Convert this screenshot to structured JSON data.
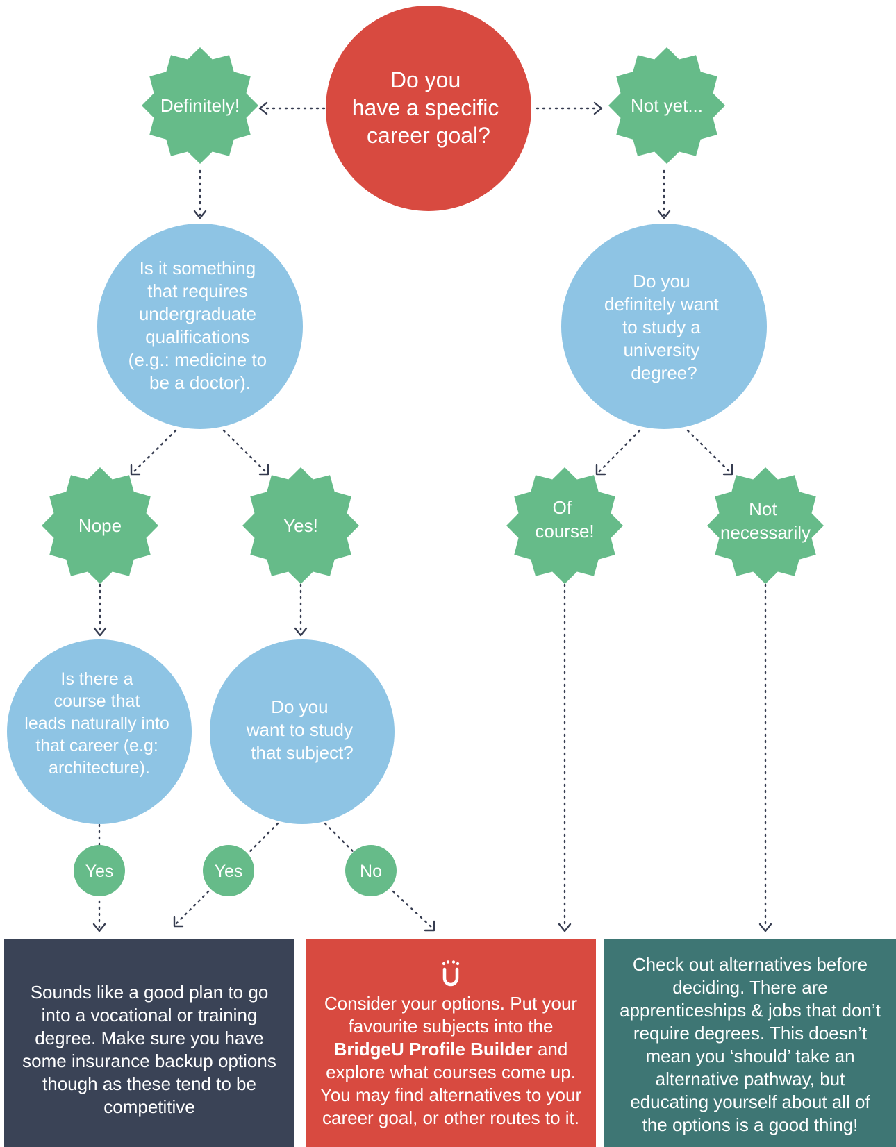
{
  "nodes": {
    "top_question": [
      "Do you",
      "have a specific",
      "career goal?"
    ],
    "definitely": [
      "Definitely!"
    ],
    "not_yet": [
      "Not yet..."
    ],
    "requires_degree": [
      "Is it something",
      "that requires",
      "undergraduate",
      "qualifications",
      "(e.g.: medicine to",
      "be a doctor)."
    ],
    "want_degree": [
      "Do you",
      "definitely want",
      "to study a",
      "university",
      "degree?"
    ],
    "nope": [
      "Nope"
    ],
    "yes_excl": [
      "Yes!"
    ],
    "of_course": [
      "Of",
      "course!"
    ],
    "not_necessarily": [
      "Not",
      "necessarily"
    ],
    "natural_course": [
      "Is there a",
      "course that",
      "leads naturally into",
      "that career (e.g:",
      "architecture)."
    ],
    "study_subject": [
      "Do you",
      "want to study",
      "that subject?"
    ],
    "yes_small_1": [
      "Yes"
    ],
    "yes_small_2": [
      "Yes"
    ],
    "no_small": [
      "No"
    ]
  },
  "panels": {
    "left": {
      "text": "Sounds like a good plan to go into a vocational or training degree. Make sure you have some insurance backup options though as these tend to be competitive"
    },
    "middle": {
      "text_before": "Consider your options. Put your favourite subjects into the",
      "bold": "BridgeU Profile Builder",
      "text_after": "and explore what courses come up. You may find alternatives to your career goal, or other routes to it."
    },
    "right": {
      "text": "Check out alternatives before deciding. There are apprenticeships & jobs that don’t require degrees. This doesn’t mean you ‘should’ take an alternative pathway, but educating yourself about all of the options is a good thing!"
    }
  },
  "colors": {
    "red": "#d84a40",
    "green": "#66bb89",
    "blue": "#8ec4e4",
    "navy": "#3a4356",
    "teal": "#3e7674",
    "line": "#363c50"
  }
}
